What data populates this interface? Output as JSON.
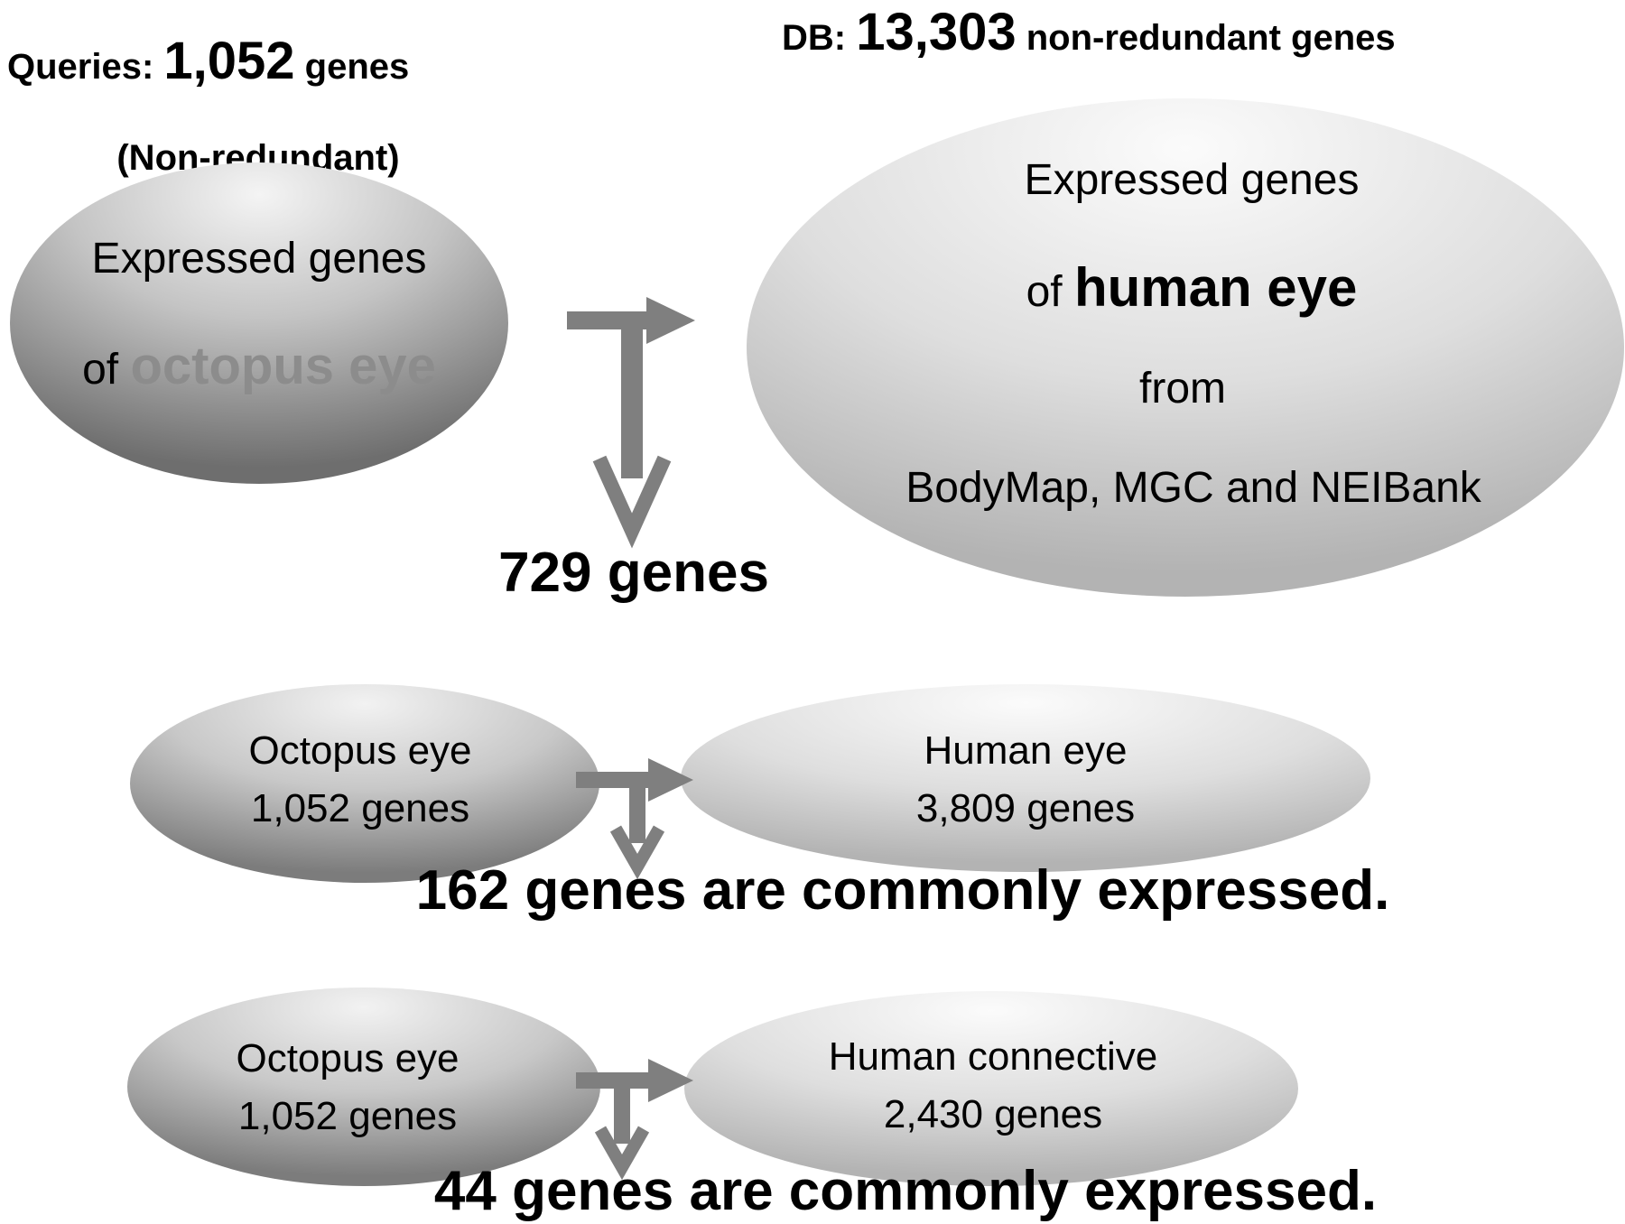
{
  "colors": {
    "octopus_highlight": "#8c8c8c",
    "arrow": "#7f7f7f",
    "text": "#1a1a1a"
  },
  "header": {
    "queries_prefix": "Queries: ",
    "queries_count": "1,052",
    "queries_suffix": " genes",
    "queries_note": "(Non-redundant)",
    "db_prefix": "DB: ",
    "db_count": "13,303",
    "db_suffix": " non-redundant genes"
  },
  "top": {
    "octopus": {
      "line1": "Expressed genes",
      "line2_prefix": "of ",
      "line2_emph": "octopus eye"
    },
    "human": {
      "line1": "Expressed genes",
      "line2_prefix": "of ",
      "line2_emph": "human eye",
      "line3": "from",
      "line4": "BodyMap, MGC and NEIBank"
    },
    "result": "729 genes"
  },
  "middle": {
    "left": {
      "line1": "Octopus eye",
      "line2": "1,052 genes"
    },
    "right": {
      "line1": "Human eye",
      "line2": "3,809 genes"
    },
    "result": "162 genes are commonly expressed."
  },
  "bottom": {
    "left": {
      "line1": "Octopus eye",
      "line2": "1,052 genes"
    },
    "right": {
      "line1": "Human connective",
      "line2": "2,430 genes"
    },
    "result": "44 genes are commonly expressed."
  },
  "icons": [
    "right-arrow-icon",
    "down-arrow-icon"
  ]
}
